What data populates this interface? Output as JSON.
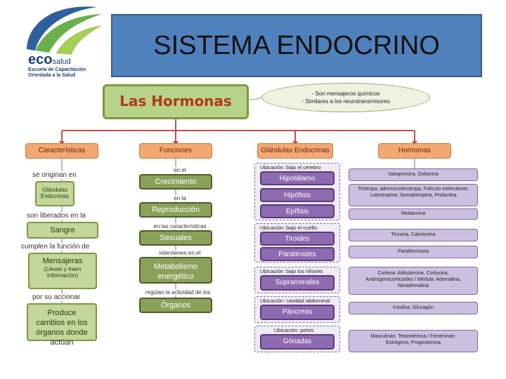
{
  "logo": {
    "brand_prefix": "eco",
    "brand_suffix": "salud",
    "line1": "Escuela de Capacitación",
    "line2": "Orientada a la Salud"
  },
  "title": "SISTEMA ENDOCRINO",
  "central": {
    "label": "Las Hormonas",
    "cloud_lines": [
      "- Son mensajeros químicos",
      "- Similares a los neurotransmisores"
    ]
  },
  "columns": {
    "caracteristicas": {
      "header": "Características",
      "items": [
        {
          "connector": "se originan en",
          "box": "Glándulas Endocrinas"
        },
        {
          "connector": "son liberados en la",
          "box": "Sangre"
        },
        {
          "connector": "cumplen la función de",
          "box": "Mensajeras",
          "sub": "(Llevan y traen información)"
        },
        {
          "connector": "por su accionar",
          "box": "Produce cambios en los órganos donde actúan"
        }
      ]
    },
    "funciones": {
      "header": "Funciones",
      "items": [
        {
          "connector": "en el",
          "box": "Crecimiento"
        },
        {
          "connector": "en la",
          "box": "Reproducción"
        },
        {
          "connector": "en las características",
          "box": "Sexuales"
        },
        {
          "connector": "intervienen en el",
          "box": "Metabolismo energético"
        },
        {
          "connector": "regulan la actividad de los",
          "box": "Órganos"
        }
      ]
    },
    "glandulas": {
      "header": "Glándulas Endocrinas",
      "groups": [
        {
          "location": "Ubicación: bajo el cerebro",
          "glands": [
            "Hipotálamo",
            "Hipófisis",
            "Epífisis"
          ]
        },
        {
          "location": "Ubicación: bajo el cuello",
          "glands": [
            "Tiroides",
            "Paratiroides"
          ]
        },
        {
          "location": "Ubicación: bajo los riñones",
          "glands": [
            "Suprarrenales"
          ]
        },
        {
          "location": "Ubicación: cavidad abdominal",
          "glands": [
            "Páncreas"
          ]
        },
        {
          "location": "Ubicación: pelvis",
          "glands": [
            "Gónadas"
          ]
        }
      ]
    },
    "hormonas": {
      "header": "Hormonas",
      "items": [
        "Vasopresina, Oxitocina",
        "Tirotropa, adrenocorticotropa, Folículo estimulante, Luteotropina, Somatotropina, Prolactina",
        "Melatonina",
        "Tiroxina, Calcitonina",
        "Parathormona",
        "Corteza: Aldosterona, Cortisona, Androgenocorticoides / Médula: Adrenalina, Noradrenalina",
        "Insulina, Glucagón",
        "Masculinas: Testosterona / Femeninas: Estrógeno, Progesterona"
      ]
    }
  },
  "colors": {
    "title_bg": "#4f81bd",
    "central_bg": "#b7d38a",
    "central_text": "#b0391d",
    "orange_header": "#f1a872",
    "green_box": "#c3d69b",
    "purple_gland": "#8e6bb0",
    "lavender_hormone": "#ccc0e0",
    "connector_line": "#c0504d"
  }
}
